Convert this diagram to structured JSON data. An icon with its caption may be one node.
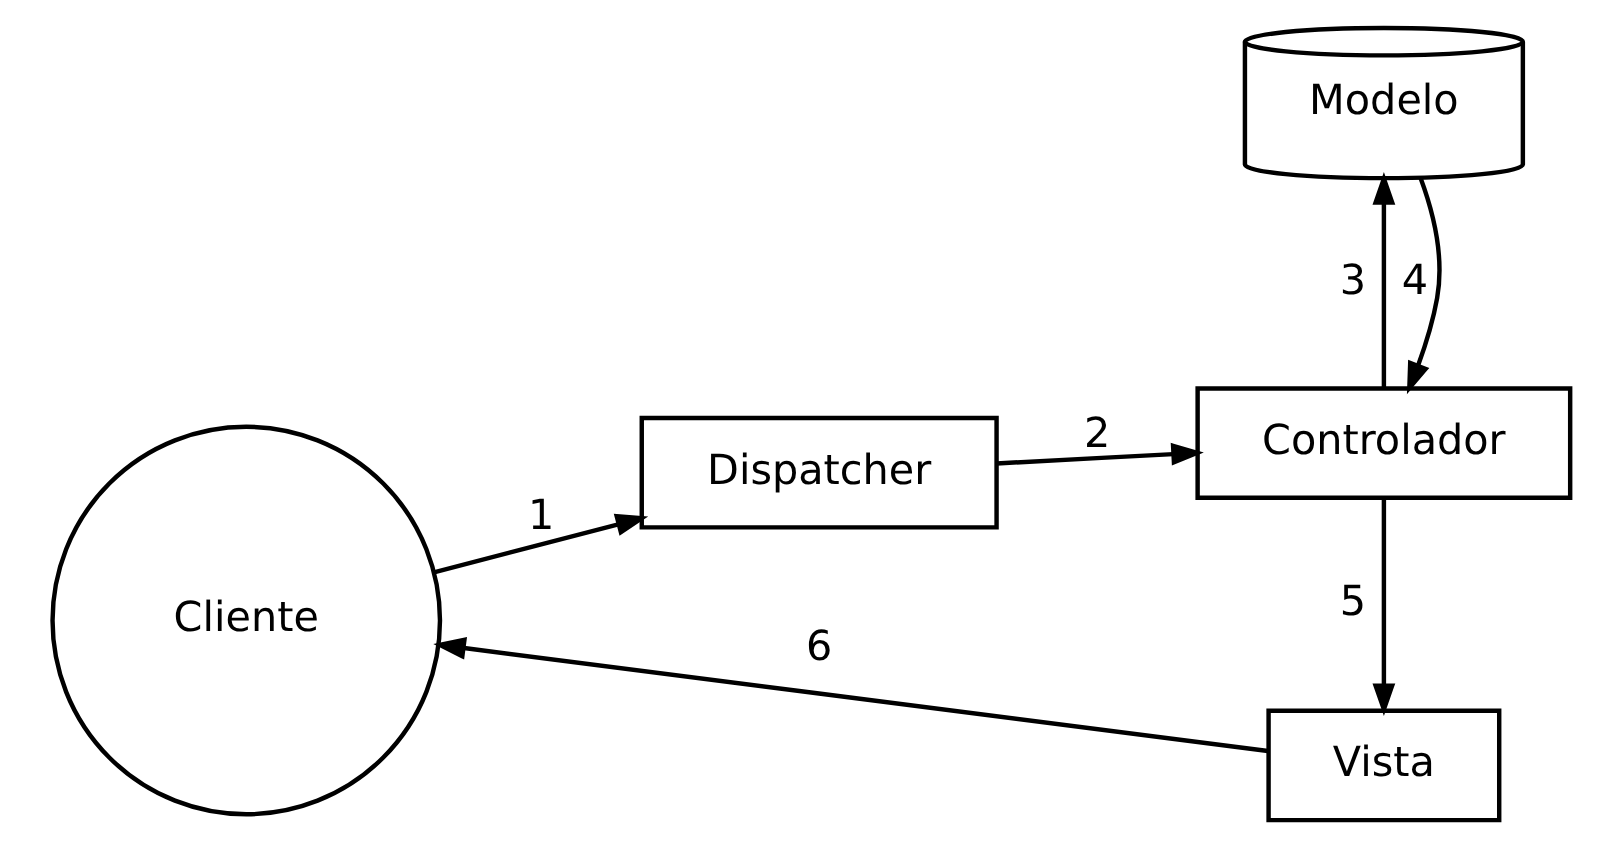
{
  "diagram": {
    "nodes": [
      {
        "text": [
          "Cliente"
        ]
      },
      {
        "text": [
          "Dispatcher"
        ]
      },
      {
        "text": [
          "Controlador"
        ]
      },
      {
        "text": [
          "Modelo"
        ]
      },
      {
        "text": [
          "Vista"
        ]
      }
    ],
    "edges": [
      {
        "from": 0,
        "to": 1,
        "arrow": "to",
        "label": "1"
      },
      {
        "from": 1,
        "to": 2,
        "arrow": "to",
        "label": "2"
      },
      {
        "from": 2,
        "to": 3,
        "arrow": "to",
        "label": "3"
      },
      {
        "from": 3,
        "to": 2,
        "arrow": "to",
        "label": "4"
      },
      {
        "from": 2,
        "to": 4,
        "arrow": "to",
        "label": "5"
      },
      {
        "from": 4,
        "to": 0,
        "arrow": "to",
        "label": "6"
      }
    ]
  }
}
